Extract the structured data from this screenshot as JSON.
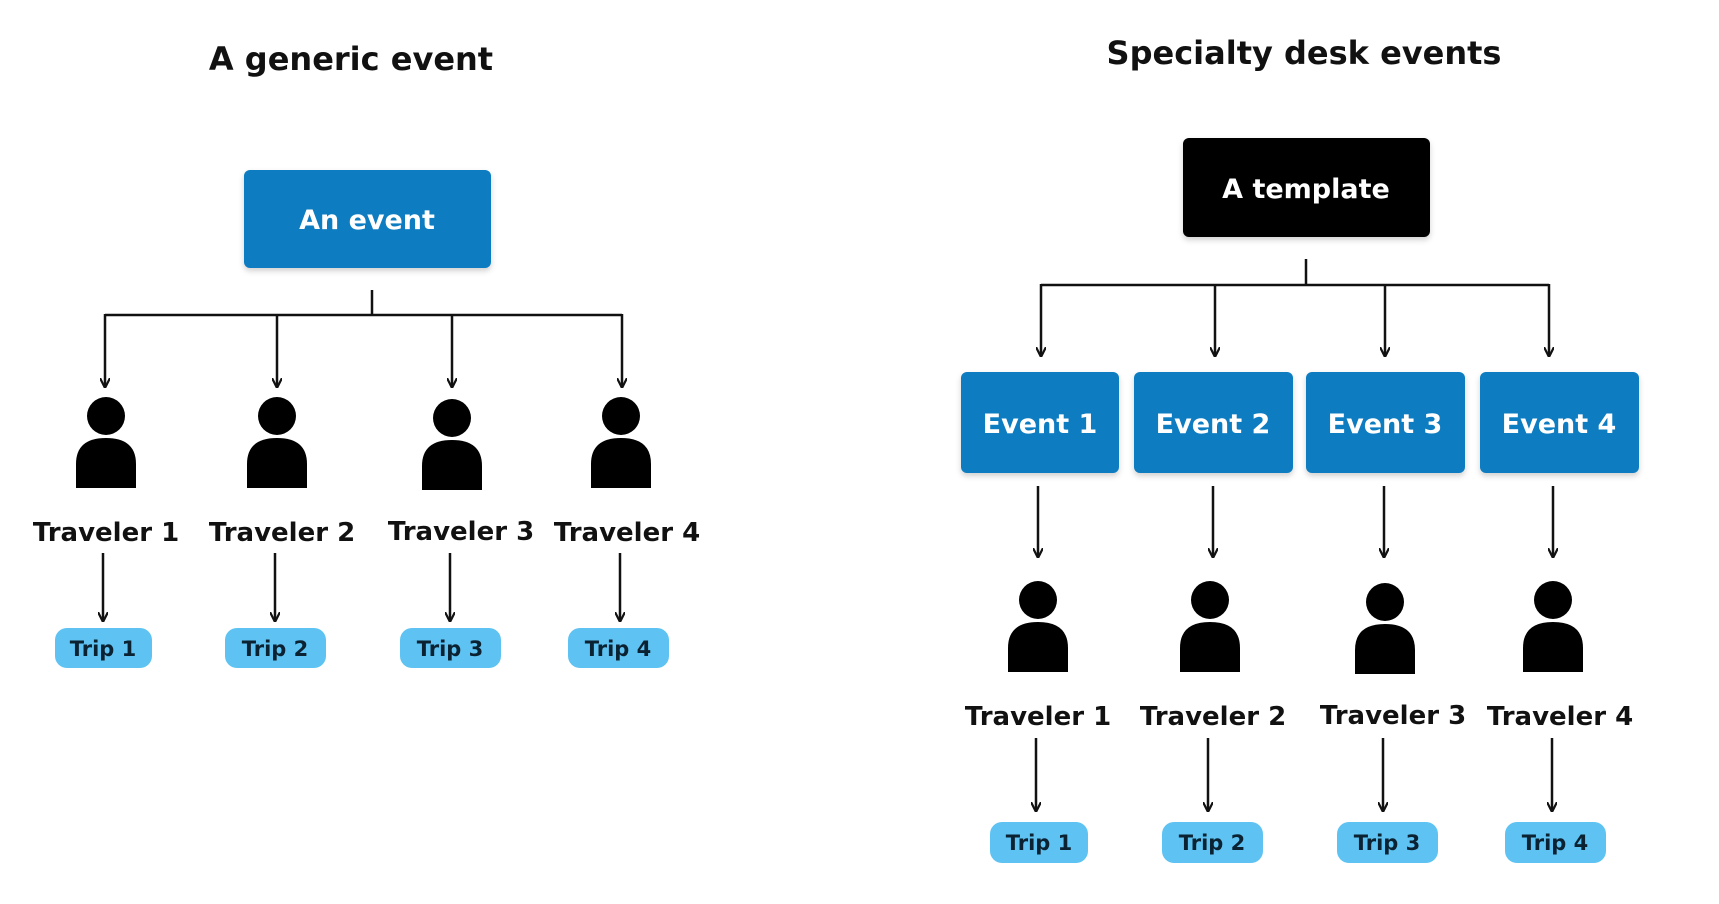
{
  "left": {
    "title": "A generic event",
    "root_label": "An event",
    "travelers": [
      "Traveler 1",
      "Traveler 2",
      "Traveler 3",
      "Traveler 4"
    ],
    "trips": [
      "Trip 1",
      "Trip 2",
      "Trip 3",
      "Trip 4"
    ]
  },
  "right": {
    "title": "Specialty desk events",
    "root_label": "A template",
    "events": [
      "Event 1",
      "Event 2",
      "Event 3",
      "Event 4"
    ],
    "travelers": [
      "Traveler 1",
      "Traveler 2",
      "Traveler 3",
      "Traveler 4"
    ],
    "trips": [
      "Trip 1",
      "Trip 2",
      "Trip 3",
      "Trip 4"
    ]
  },
  "colors": {
    "event_blue": "#0a7cc1",
    "template_black": "#050505",
    "trip_light_blue": "#5ec3f2",
    "line": "#111111"
  }
}
